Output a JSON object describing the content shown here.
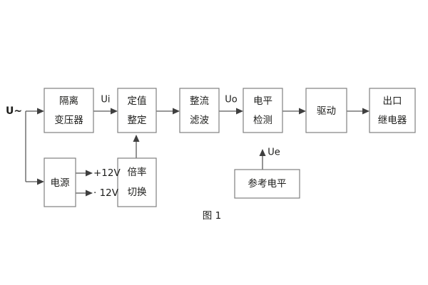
{
  "figure": {
    "caption": "图 1",
    "background_color": "#ffffff",
    "box_border_color": "#808080",
    "line_color": "#5a5a5a",
    "text_color": "#1d1d1b"
  },
  "input": {
    "label": "U~"
  },
  "blocks": [
    {
      "id": "isolation-transformer",
      "line1": "隔离",
      "line2": "变压器"
    },
    {
      "id": "setpoint-adjust",
      "line1": "定值",
      "line2": "整定"
    },
    {
      "id": "rectify-filter",
      "line1": "整流",
      "line2": "滤波"
    },
    {
      "id": "level-detect",
      "line1": "电平",
      "line2": "检测"
    },
    {
      "id": "driver",
      "line1": "驱动",
      "line2": ""
    },
    {
      "id": "output-relay",
      "line1": "出口",
      "line2": "继电器"
    },
    {
      "id": "power-supply",
      "line1": "电源",
      "line2": ""
    },
    {
      "id": "multiplier-switch",
      "line1": "倍率",
      "line2": "切换"
    },
    {
      "id": "reference-level",
      "line1": "参考电平",
      "line2": ""
    }
  ],
  "signals": {
    "ui": "Ui",
    "uo": "Uo",
    "ue": "Ue"
  },
  "rails": [
    {
      "id": "rail-positive",
      "label": "+12V"
    },
    {
      "id": "rail-negative",
      "label": "· 12V"
    }
  ]
}
